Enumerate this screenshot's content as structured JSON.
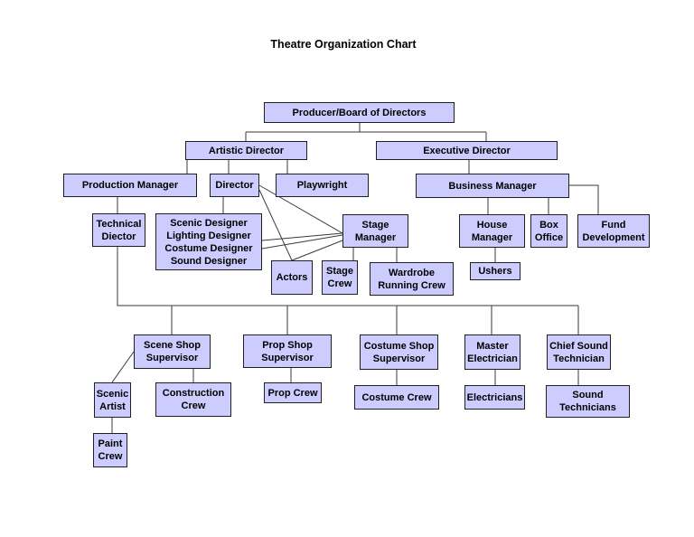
{
  "title": "Theatre Organization Chart",
  "colors": {
    "box_fill": "#ccccff",
    "box_border": "#1f1f1f",
    "line": "#3a3a3a"
  },
  "nodes": {
    "producer": "Producer/Board of Directors",
    "artistic_director": "Artistic Director",
    "executive_director": "Executive Director",
    "production_manager": "Production Manager",
    "director": "Director",
    "playwright": "Playwright",
    "business_manager": "Business Manager",
    "technical_director": "Technical\nDiector",
    "designers": "Scenic Designer\nLighting Designer\nCostume Designer\nSound Designer",
    "stage_manager": "Stage\nManager",
    "actors": "Actors",
    "stage_crew": "Stage\nCrew",
    "wardrobe_running_crew": "Wardrobe\nRunning Crew",
    "house_manager": "House\nManager",
    "box_office": "Box\nOffice",
    "fund_development": "Fund\nDevelopment",
    "ushers": "Ushers",
    "scene_shop_supervisor": "Scene Shop\nSupervisor",
    "prop_shop_supervisor": "Prop Shop\nSupervisor",
    "costume_shop_supervisor": "Costume Shop\nSupervisor",
    "master_electrician": "Master\nElectrician",
    "chief_sound_technician": "Chief Sound\nTechnician",
    "scenic_artist": "Scenic\nArtist",
    "construction_crew": "Construction\nCrew",
    "prop_crew": "Prop Crew",
    "costume_crew": "Costume Crew",
    "electricians": "Electricians",
    "sound_technicians": "Sound\nTechnicians",
    "paint_crew": "Paint\nCrew"
  }
}
